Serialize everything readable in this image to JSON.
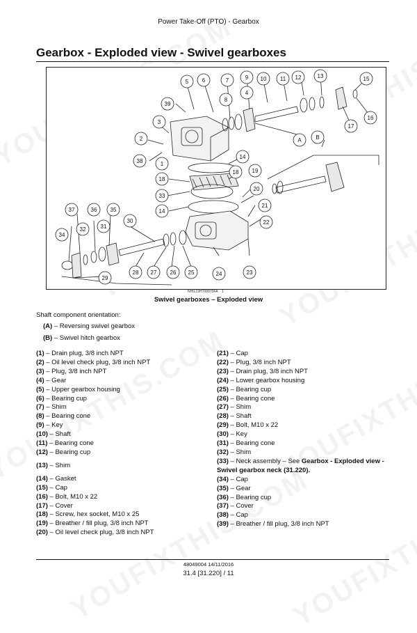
{
  "header": "Power Take-Off (PTO) - Gearbox",
  "title": "Gearbox - Exploded view - Swivel gearboxes",
  "watermark": "YOUFIXTHIS.COM",
  "figure": {
    "callouts": [
      "1",
      "2",
      "3",
      "4",
      "5",
      "6",
      "7",
      "8",
      "9",
      "10",
      "11",
      "12",
      "13",
      "14",
      "14",
      "15",
      "16",
      "17",
      "18",
      "18",
      "19",
      "20",
      "21",
      "22",
      "23",
      "24",
      "25",
      "26",
      "27",
      "28",
      "29",
      "30",
      "31",
      "32",
      "33",
      "34",
      "35",
      "36",
      "37",
      "38",
      "39",
      "A",
      "B"
    ],
    "image_id": "NHIL19HT00079FA",
    "image_index": "1",
    "caption": "Swivel gearboxes – Exploded view"
  },
  "intro": "Shaft component orientation:",
  "orientation": [
    {
      "key": "(A)",
      "text": " – Reversing swivel gearbox"
    },
    {
      "key": "(B)",
      "text": " – Swivel hitch gearbox"
    }
  ],
  "parts_left": [
    {
      "num": "(1)",
      "text": " – Drain plug, 3/8 inch NPT"
    },
    {
      "num": "(2)",
      "text": " – Oil level check plug, 3/8 inch NPT"
    },
    {
      "num": "(3)",
      "text": " – Plug, 3/8 inch NPT"
    },
    {
      "num": "(4)",
      "text": " – Gear"
    },
    {
      "num": "(5)",
      "text": " – Upper gearbox housing"
    },
    {
      "num": "(6)",
      "text": " – Bearing cup"
    },
    {
      "num": "(7)",
      "text": " – Shim"
    },
    {
      "num": "(8)",
      "text": " – Bearing cone"
    },
    {
      "num": "(9)",
      "text": " – Key"
    },
    {
      "num": "(10)",
      "text": " – Shaft"
    },
    {
      "num": "(11)",
      "text": " – Bearing cone"
    },
    {
      "num": "(12)",
      "text": " – Bearing cup"
    },
    {
      "num": "(13)",
      "text": " – Shim"
    },
    {
      "num": "(14)",
      "text": " – Gasket"
    },
    {
      "num": "(15)",
      "text": " – Cap"
    },
    {
      "num": "(16)",
      "text": " – Bolt, M10 x 22"
    },
    {
      "num": "(17)",
      "text": " – Cover"
    },
    {
      "num": "(18)",
      "text": " – Screw, hex socket, M10 x 25"
    },
    {
      "num": "(19)",
      "text": " – Breather / fill plug, 3/8 inch NPT"
    },
    {
      "num": "(20)",
      "text": " – Oil level check plug, 3/8 inch NPT"
    }
  ],
  "parts_right": [
    {
      "num": "(21)",
      "text": " – Cap"
    },
    {
      "num": "(22)",
      "text": " – Plug, 3/8 inch NPT"
    },
    {
      "num": "(23)",
      "text": " – Drain plug, 3/8 inch NPT"
    },
    {
      "num": "(24)",
      "text": " – Lower gearbox housing"
    },
    {
      "num": "(25)",
      "text": " – Bearing cup"
    },
    {
      "num": "(26)",
      "text": " – Bearing cone"
    },
    {
      "num": "(27)",
      "text": " – Shim"
    },
    {
      "num": "(28)",
      "text": " – Shaft"
    },
    {
      "num": "(29)",
      "text": " – Bolt, M10 x 22"
    },
    {
      "num": "(30)",
      "text": " – Key"
    },
    {
      "num": "(31)",
      "text": " – Bearing cone"
    },
    {
      "num": "(32)",
      "text": " – Shim"
    },
    {
      "num": "(33)",
      "text": " – Neck assembly – See ",
      "link": "Gearbox - Exploded view - Swivel gearbox neck (31.220)",
      "tail": "."
    },
    {
      "num": "(34)",
      "text": " – Cap"
    },
    {
      "num": "(35)",
      "text": " – Gear"
    },
    {
      "num": "(36)",
      "text": " – Bearing cup"
    },
    {
      "num": "(37)",
      "text": " – Cover"
    },
    {
      "num": "(38)",
      "text": " – Cap"
    },
    {
      "num": "(39)",
      "text": " – Breather / fill plug, 3/8 inch NPT"
    }
  ],
  "footer": {
    "doc": "48049004 14/11/2016",
    "page": "31.4 [31.220] / 11"
  }
}
